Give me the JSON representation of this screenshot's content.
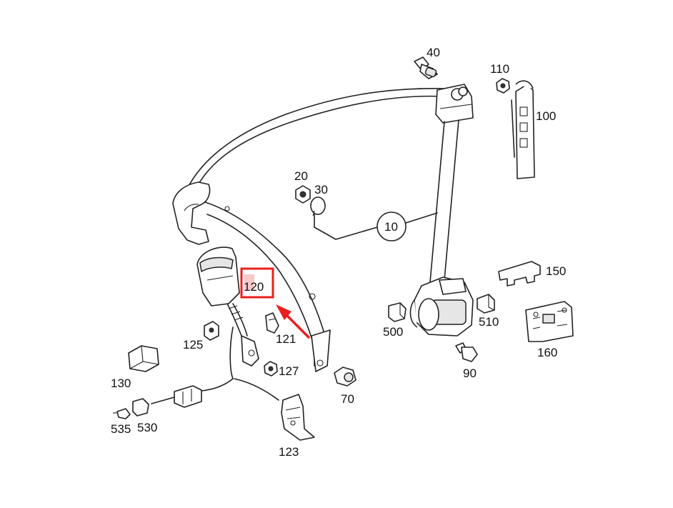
{
  "diagram": {
    "labels": {
      "p10": "10",
      "p20": "20",
      "p30": "30",
      "p40": "40",
      "p70": "70",
      "p90": "90",
      "p100": "100",
      "p110": "110",
      "p120": "120",
      "p121": "121",
      "p123": "123",
      "p125": "125",
      "p127": "127",
      "p130": "130",
      "p150": "150",
      "p160": "160",
      "p500": "500",
      "p510": "510",
      "p530": "530",
      "p535": "535"
    },
    "highlight": {
      "part": "120",
      "box_color": "#e8201c",
      "arrow_color": "#e8201c"
    }
  }
}
